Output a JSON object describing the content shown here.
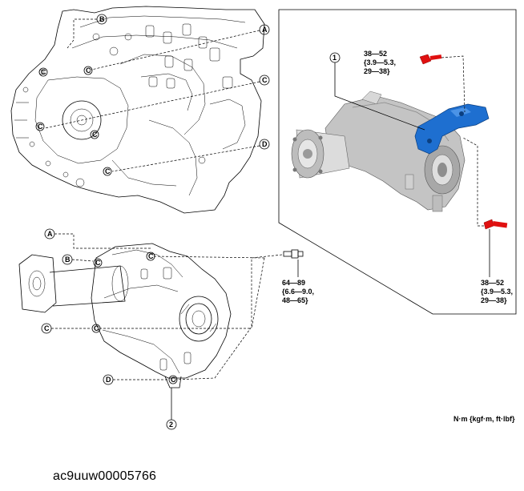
{
  "callout_letters": {
    "a": "A",
    "b": "B",
    "c": "C",
    "d": "D"
  },
  "part_numbers": {
    "one": "1",
    "two": "2"
  },
  "bolt_marker": "C",
  "torques": {
    "upper_bolt": [
      "38—52",
      "{3.9—5.3,",
      "29—38}"
    ],
    "lower_bolt": [
      "38—52",
      "{3.9—5.3,",
      "29—38}"
    ],
    "mount_bolt": [
      "64—89",
      "{6.6—9.0,",
      "48—65}"
    ]
  },
  "unit_label": "N·m {kgf·m, ft·lbf}",
  "figure_id": "ac9uuw00005766",
  "colors": {
    "bracket_blue": "#1e6fd0",
    "bolt_red": "#e01010",
    "housing_gray": "#b8b8b8"
  }
}
